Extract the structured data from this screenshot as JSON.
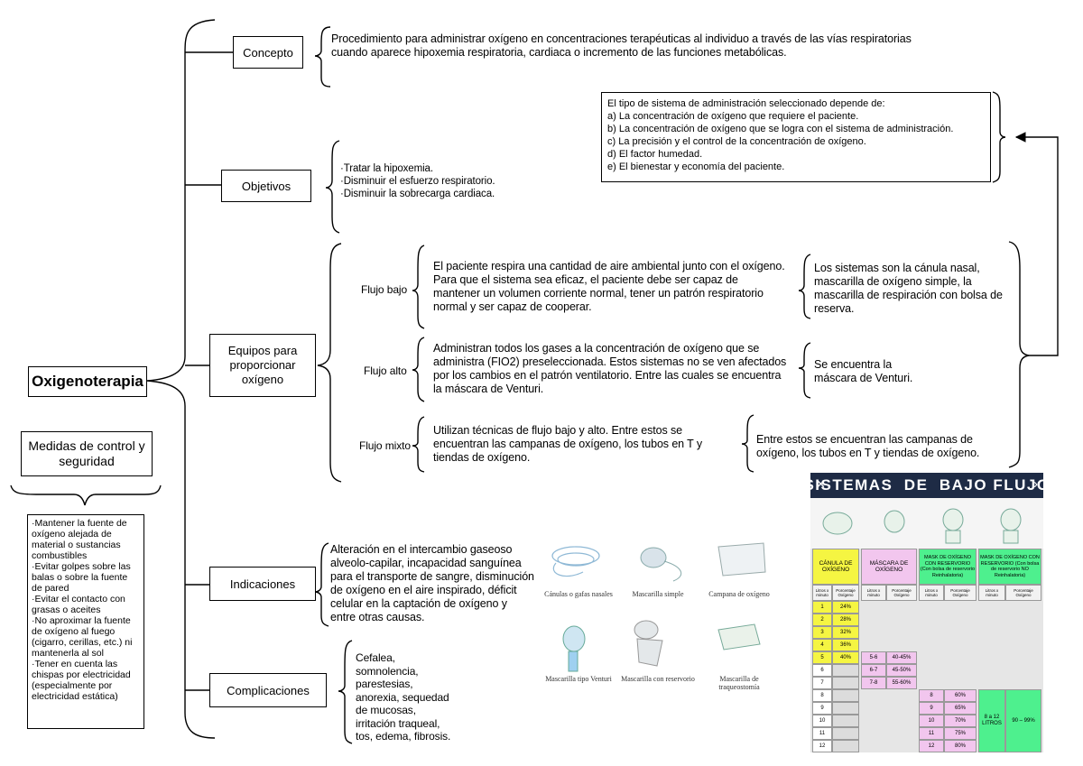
{
  "root": {
    "title": "Oxigenoterapia"
  },
  "medidas": {
    "title": "Medidas de control y seguridad",
    "items": "·Mantener la fuente de oxígeno alejada de material o sustancias combustibles\n·Evitar golpes sobre las balas o sobre la fuente de pared\n·Evitar el contacto con grasas o aceites\n·No aproximar la fuente de oxígeno al fuego (cigarro, cerillas, etc.) ni mantenerla al sol\n·Tener en cuenta las chispas por electricidad (especialmente por electricidad estática)"
  },
  "concepto": {
    "label": "Concepto",
    "text": "Procedimiento para administrar oxígeno en concentraciones terapéuticas al individuo a través de las vías respiratorias cuando aparece hipoxemia respiratoria, cardiaca o incremento de las funciones metabólicas."
  },
  "sistema": {
    "text": "El tipo de sistema de administración seleccionado depende de:\na) La concentración de oxígeno que requiere el paciente.\nb) La concentración de oxígeno que se logra con el sistema de administración.\nc) La precisión y el control de la concentración de oxígeno.\nd) El factor humedad.\ne) El bienestar y economía del paciente."
  },
  "objetivos": {
    "label": "Objetivos",
    "text": "·Tratar la hipoxemia.\n·Disminuir el esfuerzo respiratorio.\n·Disminuir la sobrecarga cardiaca."
  },
  "equipos": {
    "label": "Equipos para proporcionar oxígeno",
    "flujo_bajo": {
      "label": "Flujo bajo",
      "text": "El paciente respira una cantidad de aire ambiental junto con el oxígeno. Para que el sistema sea eficaz, el paciente debe ser capaz de mantener un volumen corriente normal, tener un patrón respiratorio normal y ser capaz de cooperar.",
      "detail": "Los sistemas son la cánula nasal, mascarilla de oxígeno simple, la mascarilla de respiración con bolsa de reserva."
    },
    "flujo_alto": {
      "label": "Flujo alto",
      "text": "Administran todos los gases a la concentración de oxígeno que se administra (FIO2) preseleccionada. Estos sistemas no se ven afectados por los cambios en el patrón ventilatorio. Entre las cuales se encuentra la máscara de Venturi.",
      "detail": "Se encuentra la máscara de Venturi."
    },
    "flujo_mixto": {
      "label": "Flujo mixto",
      "text": "Utilizan técnicas de flujo bajo y alto. Entre estos se encuentran las campanas de oxígeno, los tubos en T y tiendas de oxígeno.",
      "detail": "Entre estos se encuentran las campanas de oxígeno, los tubos en T y tiendas de oxígeno."
    }
  },
  "indicaciones": {
    "label": "Indicaciones",
    "text": "Alteración en el intercambio gaseoso alveolo-capilar, incapacidad sanguínea para el transporte de sangre, disminución de oxígeno en el aire inspirado, déficit celular en la captación de oxígeno y entre otras causas."
  },
  "complicaciones": {
    "label": "Complicaciones",
    "text": "Cefalea,\nsomnolencia,\nparestesias,\nanorexia, sequedad\nde mucosas,\nirritación traqueal,\ntos, edema, fibrosis."
  },
  "photos": {
    "captions": [
      "Cánulas o gafas nasales",
      "Mascarilla simple",
      "Campana de oxígeno",
      "Mascarilla tipo Venturi",
      "Mascarilla con reservorio",
      "Mascarilla de traqueostomía"
    ]
  },
  "table": {
    "title": "SISTEMAS  DE  BAJO FLUJO",
    "col_headers": [
      "CÁNULA DE OXÍGENO",
      "MÁSCARA DE OXÍGENO",
      "MASK DE OXÍGENO CON RESERVORIO (Con bolsa de reservorio Reinhalatoria)",
      "MASK DE OXÍGENO CON RESERVORIO (Con bolsa de reservorio NO Reinhalatoria)"
    ],
    "sub_headers": [
      "Litros x minuto",
      "Porcentaje Oxígeno"
    ],
    "liters": [
      "1",
      "2",
      "3",
      "4",
      "5",
      "6",
      "7",
      "8",
      "9",
      "10",
      "11",
      "12"
    ],
    "canula_pct": [
      "24%",
      "28%",
      "32%",
      "36%",
      "40%"
    ],
    "mascara_l": [
      "5-6",
      "6-7",
      "7-8"
    ],
    "mascara_pct": [
      "40-45%",
      "45-50%",
      "55-60%"
    ],
    "reserv_l": [
      "8",
      "9",
      "10",
      "11",
      "12"
    ],
    "reserv_pct": [
      "60%",
      "65%",
      "70%",
      "75%",
      "80%"
    ],
    "noreb_l": "8 a 12 LITROS",
    "noreb_pct": "90 – 99%"
  },
  "colors": {
    "yellow": "#f5f542",
    "pink": "#f2c6ee",
    "green": "#4ef08e",
    "navy": "#1e2b45"
  }
}
